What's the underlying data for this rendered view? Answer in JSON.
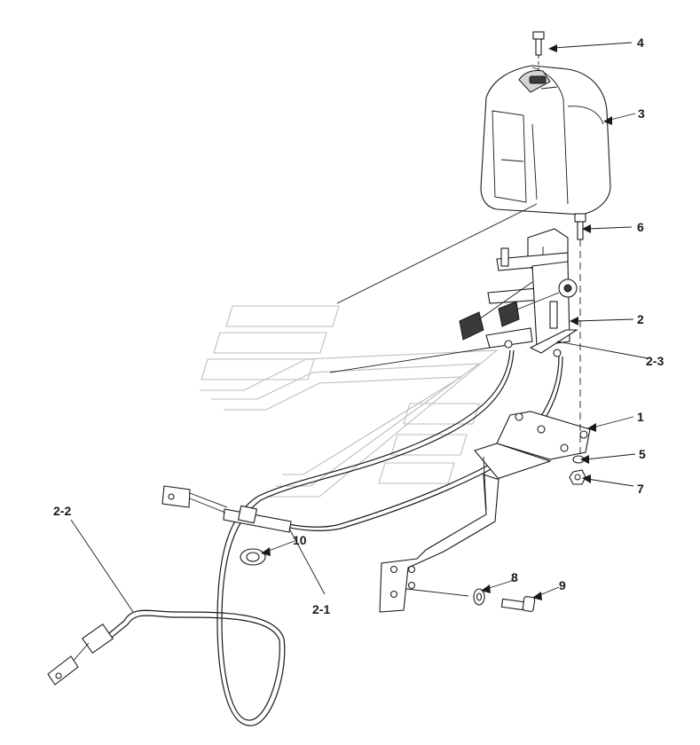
{
  "callouts": [
    {
      "id": "c4",
      "label": "4"
    },
    {
      "id": "c3",
      "label": "3"
    },
    {
      "id": "c6",
      "label": "6"
    },
    {
      "id": "c2",
      "label": "2"
    },
    {
      "id": "c2_3",
      "label": "2-3"
    },
    {
      "id": "c1",
      "label": "1"
    },
    {
      "id": "c5",
      "label": "5"
    },
    {
      "id": "c7",
      "label": "7"
    },
    {
      "id": "c10",
      "label": "10"
    },
    {
      "id": "c8",
      "label": "8"
    },
    {
      "id": "c9",
      "label": "9"
    },
    {
      "id": "c2_1",
      "label": "2-1"
    },
    {
      "id": "c2_2",
      "label": "2-2"
    }
  ],
  "colors": {
    "line": "#1a1a1a",
    "watermark": "#bdbdbd",
    "fill": "#d4d4d4"
  }
}
